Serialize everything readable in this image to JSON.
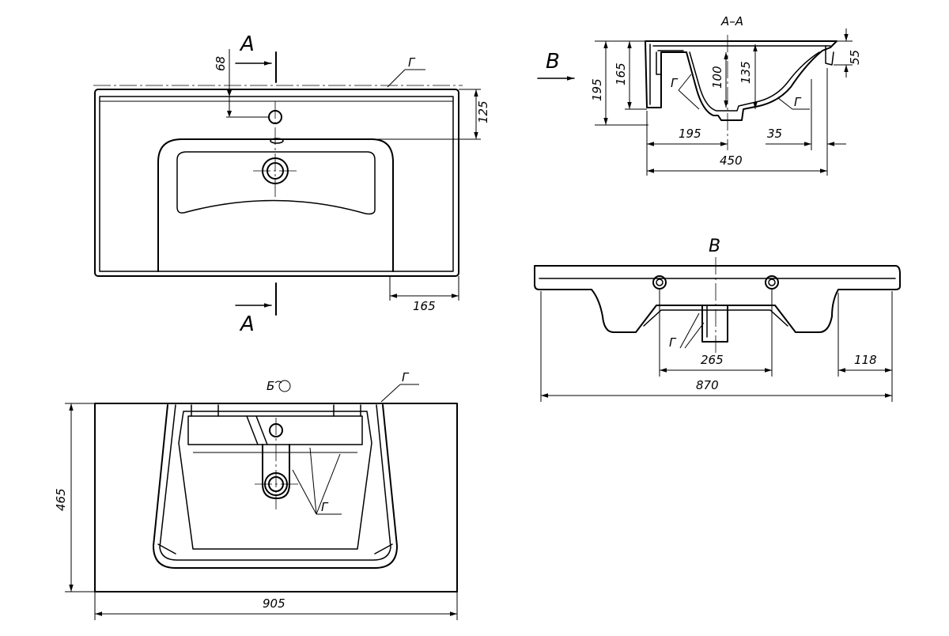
{
  "views": {
    "top": {
      "section_mark_top": "A",
      "section_mark_bottom": "A",
      "label_g": "Г",
      "dims": {
        "d68": "68",
        "d125": "125",
        "d165": "165"
      }
    },
    "section": {
      "title": "A–A",
      "view_mark": "B",
      "labels": {
        "g1": "Г",
        "g2": "Г"
      },
      "dims": {
        "d195v": "195",
        "d165v": "165",
        "d100": "100",
        "d135": "135",
        "d55": "55",
        "d195h": "195",
        "d35": "35",
        "d450": "450"
      }
    },
    "front": {
      "title": "B",
      "labels": {
        "g": "Г"
      },
      "dims": {
        "d265": "265",
        "d870": "870",
        "d118": "118"
      }
    },
    "bottom": {
      "view_b": "Б",
      "label_g_top": "Г",
      "label_g_inner": "Г",
      "dims": {
        "d465": "465",
        "d905": "905"
      }
    }
  }
}
